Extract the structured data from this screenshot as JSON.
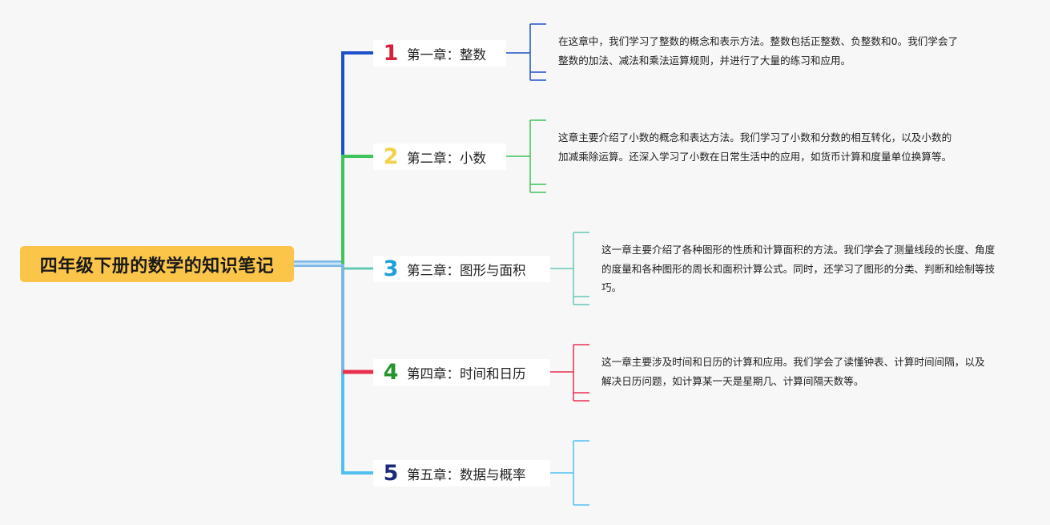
{
  "root": {
    "title": "四年级下册的数学的知识笔记"
  },
  "chapters": [
    {
      "number": "1",
      "title": "第一章：整数",
      "color": "#1e50c8",
      "number_color": "#d6213b",
      "description": "在这章中，我们学习了整数的概念和表示方法。整数包括正整数、负整数和0。我们学会了整数的加法、减法和乘法运算规则，并进行了大量的练习和应用。"
    },
    {
      "number": "2",
      "title": "第二章：小数",
      "color": "#3ec45a",
      "number_color": "#f5cf48",
      "description": "这章主要介绍了小数的概念和表达方法。我们学习了小数和分数的相互转化，以及小数的加减乘除运算。还深入学习了小数在日常生活中的应用，如货币计算和度量单位换算等。"
    },
    {
      "number": "3",
      "title": "第三章：图形与面积",
      "color": "#66c8b4",
      "number_color": "#1fa0dc",
      "description": "这一章主要介绍了各种图形的性质和计算面积的方法。我们学会了测量线段的长度、角度的度量和各种图形的周长和面积计算公式。同时，还学习了图形的分类、判断和绘制等技巧。"
    },
    {
      "number": "4",
      "title": "第四章：时间和日历",
      "color": "#e8304e",
      "number_color": "#24952c",
      "description": "这一章主要涉及时间和日历的计算和应用。我们学会了读懂钟表、计算时间间隔，以及解决日历问题，如计算某一天是星期几、计算间隔天数等。"
    },
    {
      "number": "5",
      "title": "第五章：数据与概率",
      "color": "#52c0ef",
      "number_color": "#1b2a78",
      "description": ""
    }
  ]
}
